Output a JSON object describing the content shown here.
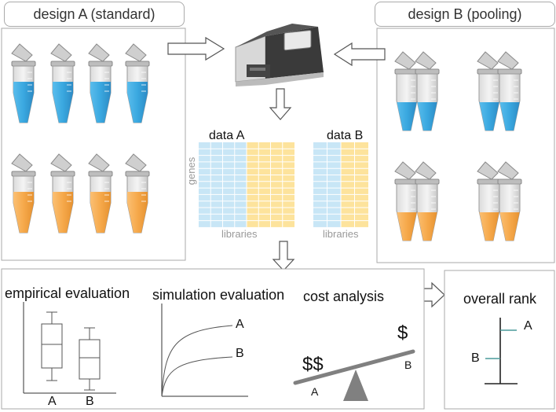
{
  "design_a": {
    "title": "design A (standard)",
    "tube_colors": {
      "blue": "#3fa9de",
      "orange": "#f6a94b"
    }
  },
  "design_b": {
    "title": "design B (pooling)"
  },
  "data_tables": {
    "a": {
      "title": "data A",
      "ylabel": "genes",
      "xlabel": "libraries"
    },
    "b": {
      "title": "data B",
      "xlabel": "libraries"
    },
    "colors": {
      "blue": "#c8e6f6",
      "yellow": "#fde39c"
    }
  },
  "evaluation": {
    "empirical": {
      "title": "empirical evaluation",
      "labels": [
        "A",
        "B"
      ]
    },
    "simulation": {
      "title": "simulation evaluation",
      "labels": [
        "A",
        "B"
      ]
    },
    "cost": {
      "title": "cost analysis",
      "high_label": "$$",
      "low_label": "$",
      "left_label": "A",
      "right_label": "B"
    }
  },
  "overall": {
    "title": "overall rank",
    "labels": [
      "A",
      "B"
    ],
    "tick_color": "#4a9a9a"
  }
}
